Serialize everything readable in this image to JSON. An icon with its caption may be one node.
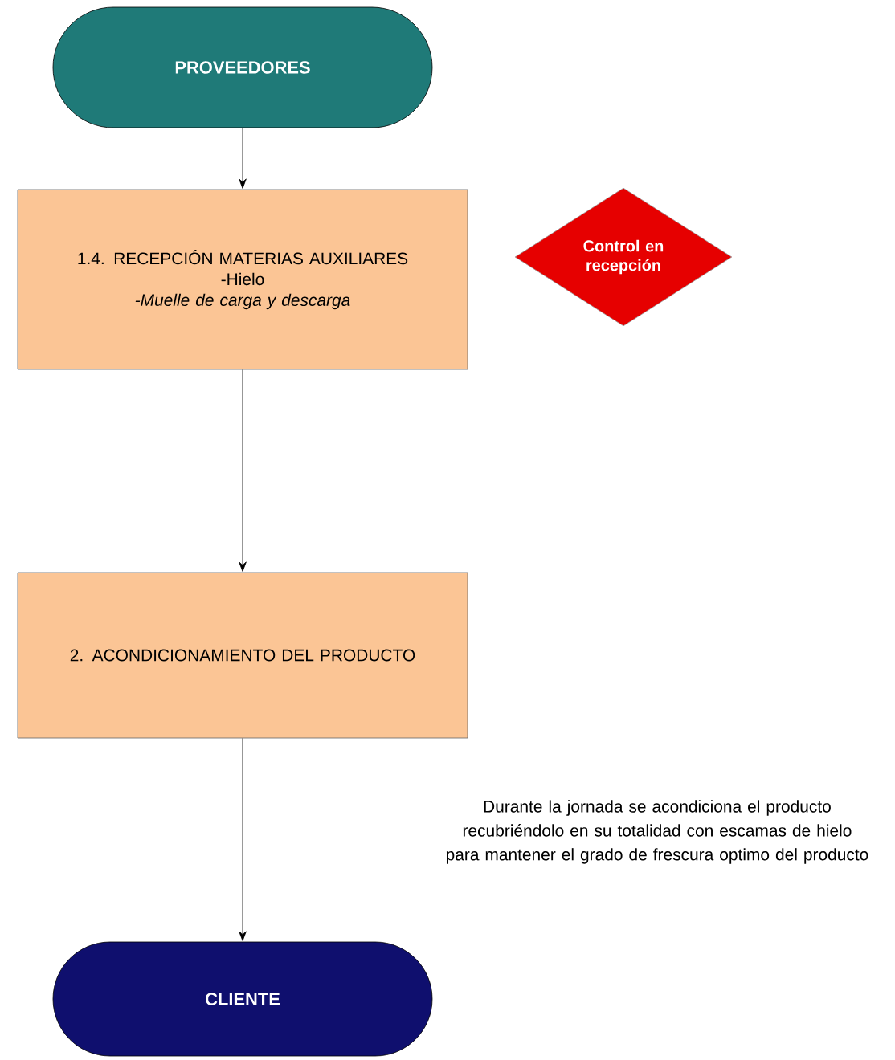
{
  "diagram": {
    "nodes": [
      {
        "text": [
          "PROVEEDORES"
        ]
      },
      {
        "text": [
          "1.4. RECEPCIÓN MATERIAS AUXILIARES",
          "-Hielo",
          "-Muelle de carga y descarga"
        ]
      },
      {
        "text": [
          "Control en recepción"
        ]
      },
      {
        "text": [
          "2. ACONDICIONAMIENTO DEL PRODUCTO"
        ]
      },
      {
        "text": [
          "CLIENTE"
        ]
      }
    ],
    "edges": [
      {
        "from": 0,
        "to": 1,
        "arrow": "to"
      },
      {
        "from": 1,
        "to": 3,
        "arrow": "to"
      },
      {
        "from": 3,
        "to": 4,
        "arrow": "to"
      }
    ],
    "labels": [
      "Durante la jornada se acondiciona el producto recubriéndolo en su totalidad con escamas de hielo para mantener el grado de frescura optimo del producto"
    ]
  }
}
